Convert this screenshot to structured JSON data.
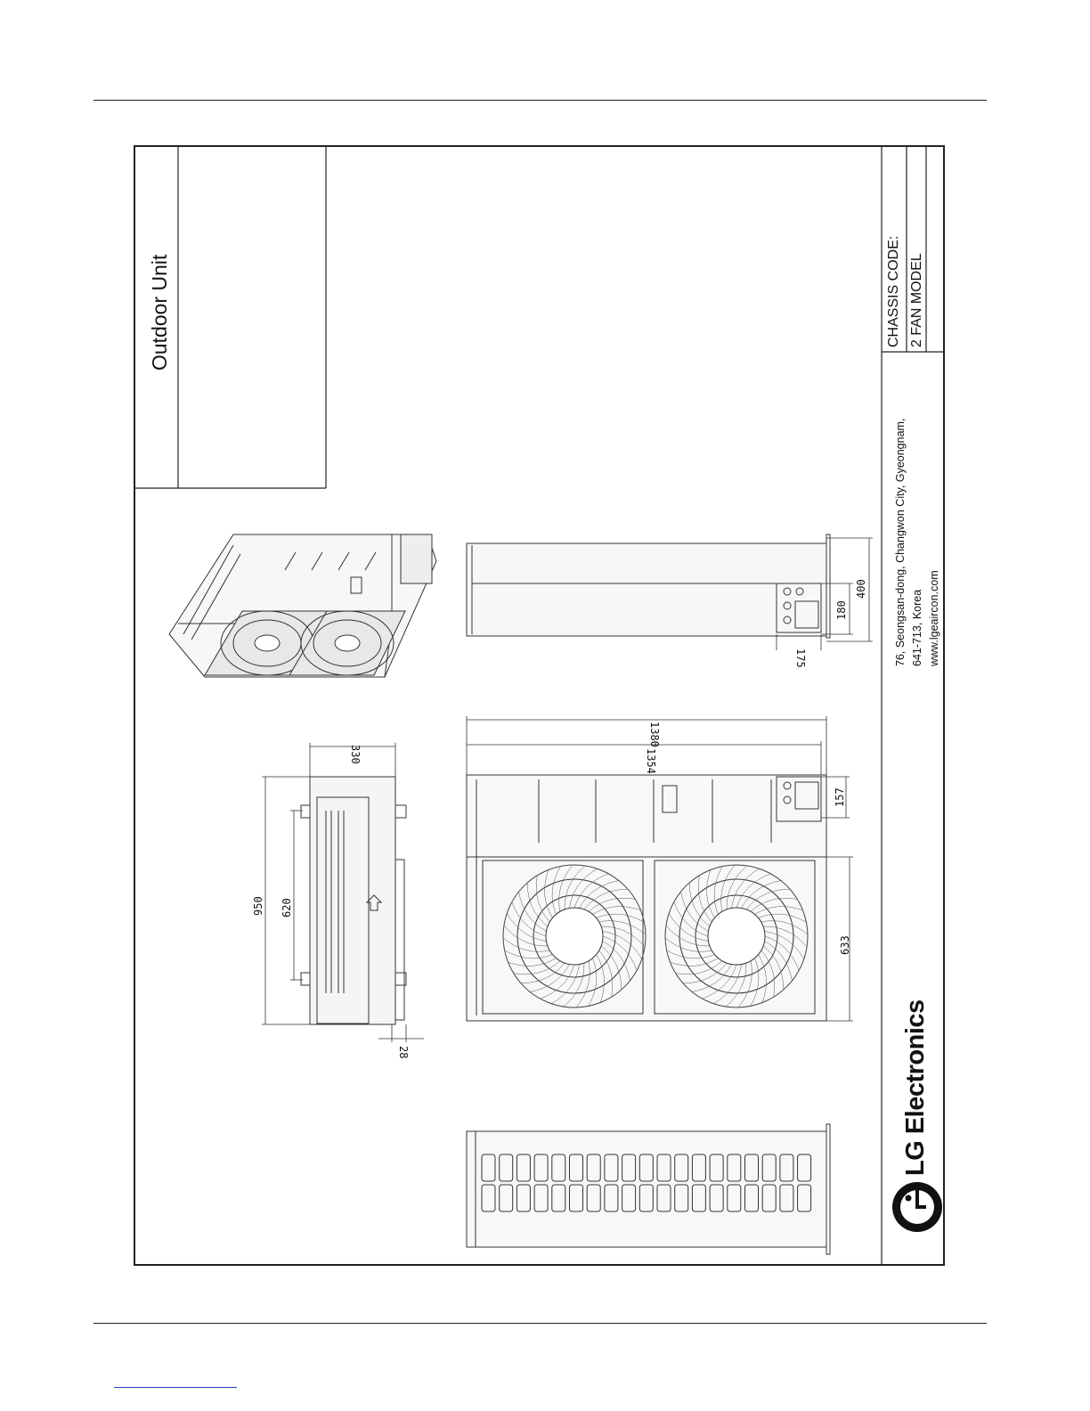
{
  "sheet": {
    "title": "Outdoor Unit",
    "chassis_label": "CHASSIS CODE:",
    "model_label": "2 FAN MODEL"
  },
  "company": {
    "name": "LG Electronics",
    "address_line1": "76, Seongsan-dong, Changwon City, Gyeongnam,",
    "address_line2": "641-713, Korea",
    "website": "www.lgeaircon.com"
  },
  "dimensions": {
    "width_overall": "950",
    "mount_spacing": "620",
    "depth": "330",
    "foot_offset": "28",
    "height_overall": "1380",
    "height_body": "1354",
    "fan_section": "633",
    "service_panel": "157",
    "side_depth": "400",
    "side_panel": "180",
    "side_offset": "175"
  },
  "icons": {
    "logo": "lg-logo-icon",
    "fan": "fan-icon"
  },
  "colors": {
    "line": "#222222",
    "link": "#2a3fc8"
  }
}
